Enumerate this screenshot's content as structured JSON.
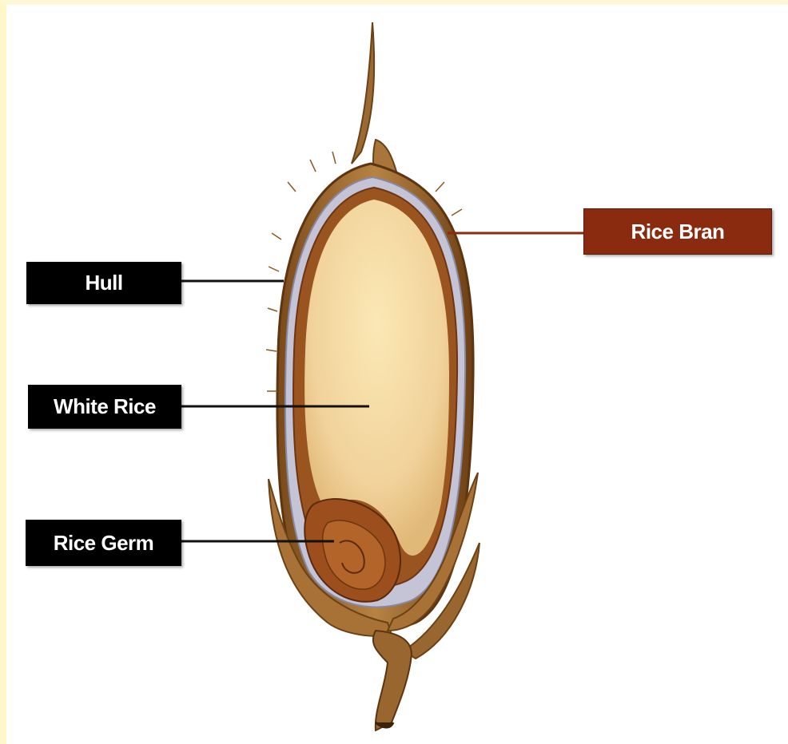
{
  "labels": {
    "hull": "Hull",
    "white_rice": "White Rice",
    "rice_germ": "Rice Germ",
    "rice_bran": "Rice Bran"
  },
  "colors": {
    "bran_label": "#8a2a0e",
    "dark_label": "#000000",
    "endosperm": "#f2d59a",
    "bran_layer": "#8b4513",
    "hull": "#a0662a",
    "seed_coat": "#b8b8cc"
  }
}
